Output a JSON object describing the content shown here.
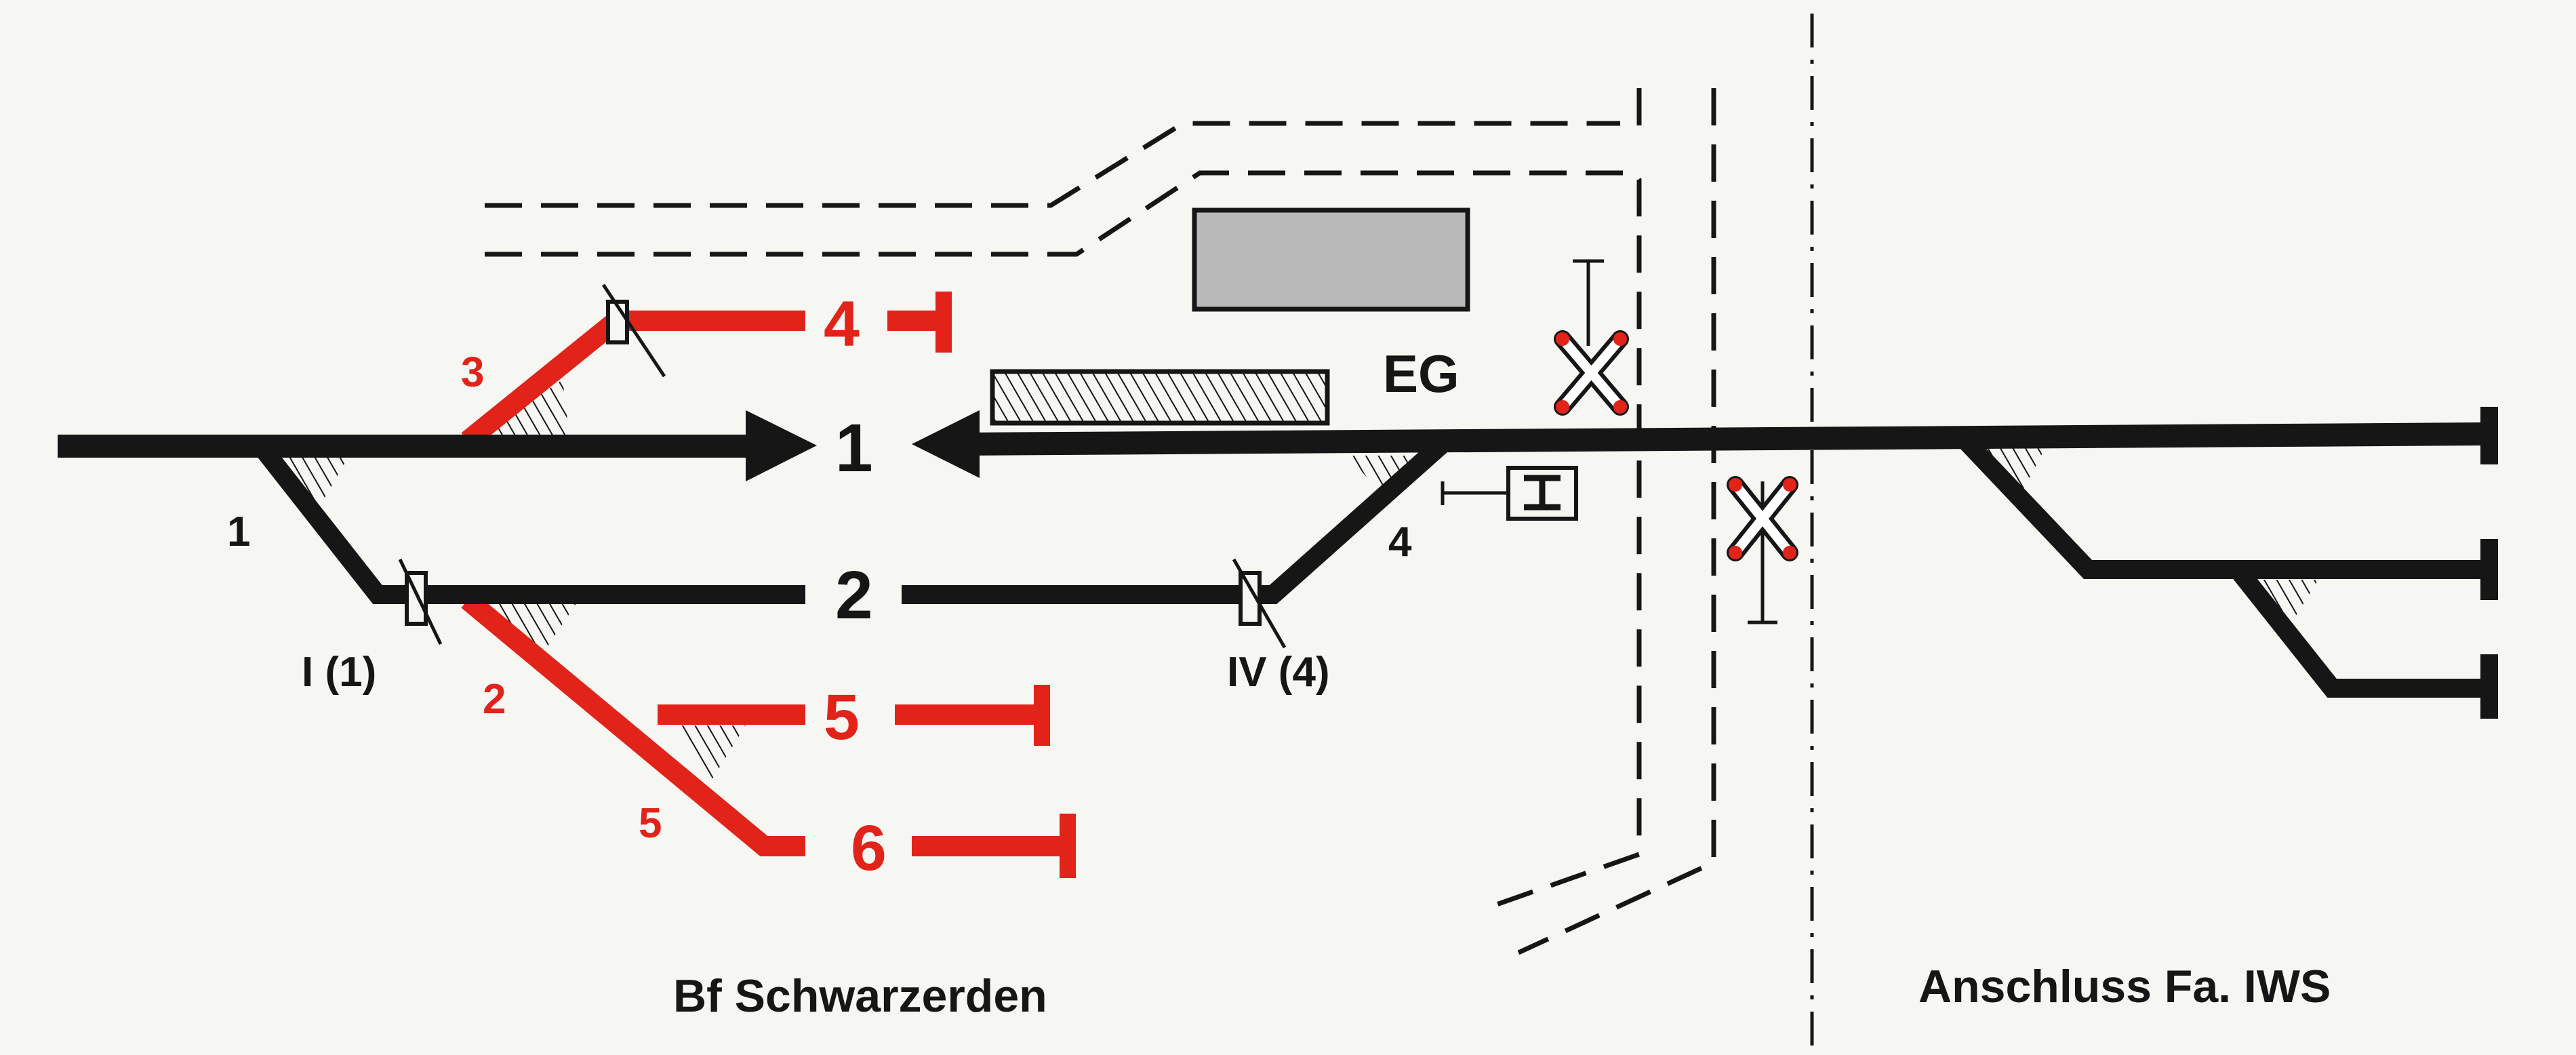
{
  "colors": {
    "track": "#161616",
    "new_track": "#e2231a",
    "building": "#b9b9b9",
    "background": "#f6f7f2"
  },
  "labels": {
    "station": "Bf Schwarzerden",
    "siding": "Anschluss Fa. IWS",
    "building": "EG",
    "track_1": "1",
    "track_2": "2",
    "track_4": "4",
    "track_5": "5",
    "track_6": "6",
    "switch_1": "1",
    "switch_2": "2",
    "switch_3": "3",
    "switch_4": "4",
    "switch_5": "5",
    "lock_I": "I (1)",
    "lock_IV": "IV (4)"
  },
  "icons": [
    "st-andrews-cross-icon",
    "h-stop-sign-icon",
    "track-lock-icon",
    "buffer-stop-icon",
    "direction-arrow-icon"
  ]
}
